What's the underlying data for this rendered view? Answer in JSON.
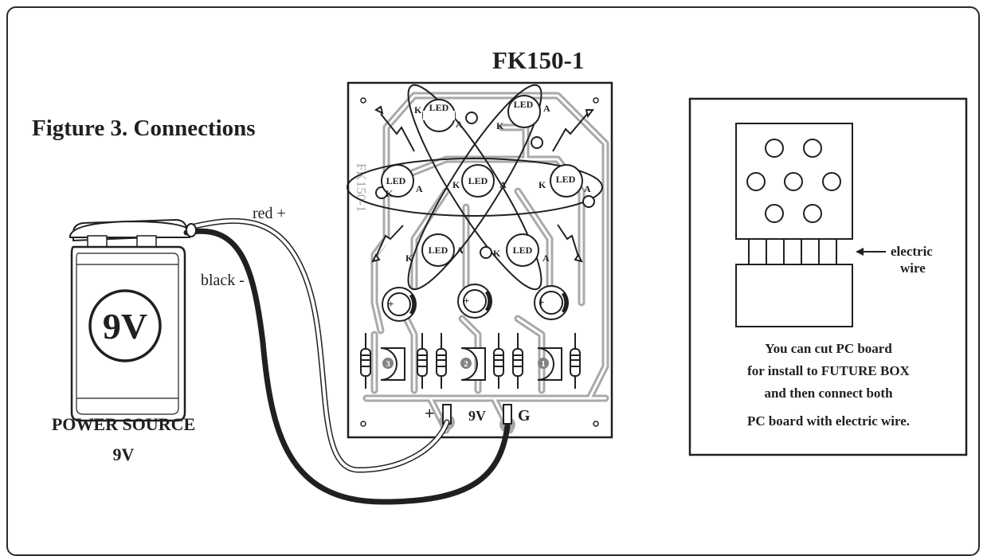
{
  "figure_title": "Figture 3. Connections",
  "board_title": "FK150-1",
  "board_silk": "FK150-1",
  "battery": {
    "voltage_label": "9V",
    "caption_line1": "POWER SOURCE",
    "caption_line2": "9V",
    "red_wire_label": "red +",
    "black_wire_label": "black -"
  },
  "leds": [
    {
      "label": "LED",
      "k": "K",
      "a": "A"
    },
    {
      "label": "LED",
      "k": "K",
      "a": "A"
    },
    {
      "label": "LED",
      "k": "K",
      "a": "A"
    },
    {
      "label": "LED",
      "k": "K",
      "a": "A"
    },
    {
      "label": "LED",
      "k": "K",
      "a": "A"
    },
    {
      "label": "LED",
      "k": "K",
      "a": "A"
    },
    {
      "label": "LED",
      "k": "K",
      "a": "A"
    }
  ],
  "capacitors": [
    "+",
    "+",
    "+"
  ],
  "transistors": [
    "3",
    "2",
    "1"
  ],
  "terminals": {
    "plus": "+",
    "voltage": "9V",
    "ground": "G"
  },
  "box": {
    "wire_label_line1": "electric",
    "wire_label_line2": "wire",
    "note_lines": [
      "You can cut PC board",
      "for install to FUTURE BOX",
      "and then connect both",
      "PC board with electric wire."
    ]
  }
}
